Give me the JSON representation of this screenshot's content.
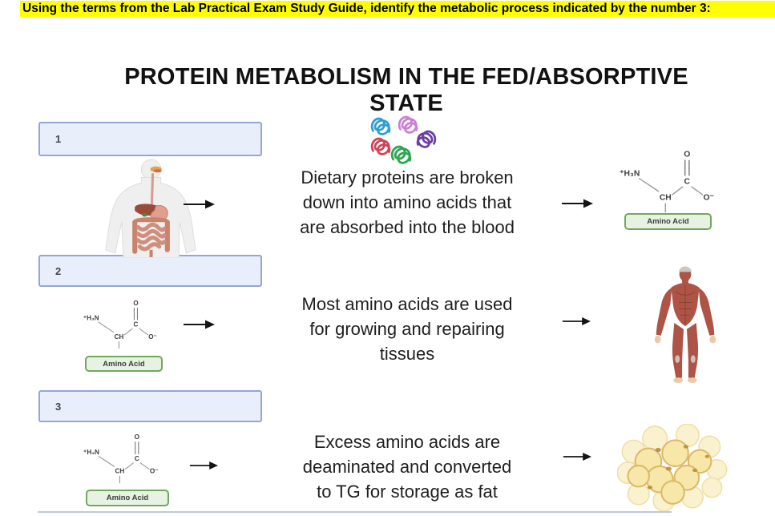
{
  "question": {
    "text": "Using the terms from the Lab Practical Exam Study Guide, identify the metabolic process indicated by the number 3:",
    "highlight_color": "#ffff00"
  },
  "diagram": {
    "title_line1": "PROTEIN METABOLISM IN THE FED/ABSORPTIVE",
    "title_line2": "STATE"
  },
  "steps": [
    {
      "number": "1",
      "lines": [
        "Dietary proteins are broken",
        "down into amino acids that",
        "are absorbed into the blood"
      ]
    },
    {
      "number": "2",
      "lines": [
        "Most amino acids are used",
        "for growing and repairing",
        "tissues"
      ]
    },
    {
      "number": "3",
      "lines": [
        "Excess amino acids are",
        "deaminated and converted",
        "to TG for storage as fat"
      ]
    }
  ],
  "amino_acid": {
    "label": "Amino Acid",
    "atoms": {
      "amine": "⁺H₃N",
      "alpha_carbon": "CH",
      "carbonyl_carbon": "C",
      "oxygen": "O",
      "oxygen_minus": "O⁻"
    }
  },
  "colors": {
    "highlight": "#ffff00",
    "number_box_fill": "#e9eefb",
    "number_box_border": "#93a7d4",
    "amino_label_fill": "#e7f3e2",
    "amino_label_border": "#73a75e",
    "fat_cell_fill": "#f7e7a8",
    "muscle_red": "#ad5446",
    "squiggles": [
      "#2e9fd4",
      "#cc7fd4",
      "#6b3fa6",
      "#d04357",
      "#2ea84e"
    ]
  }
}
